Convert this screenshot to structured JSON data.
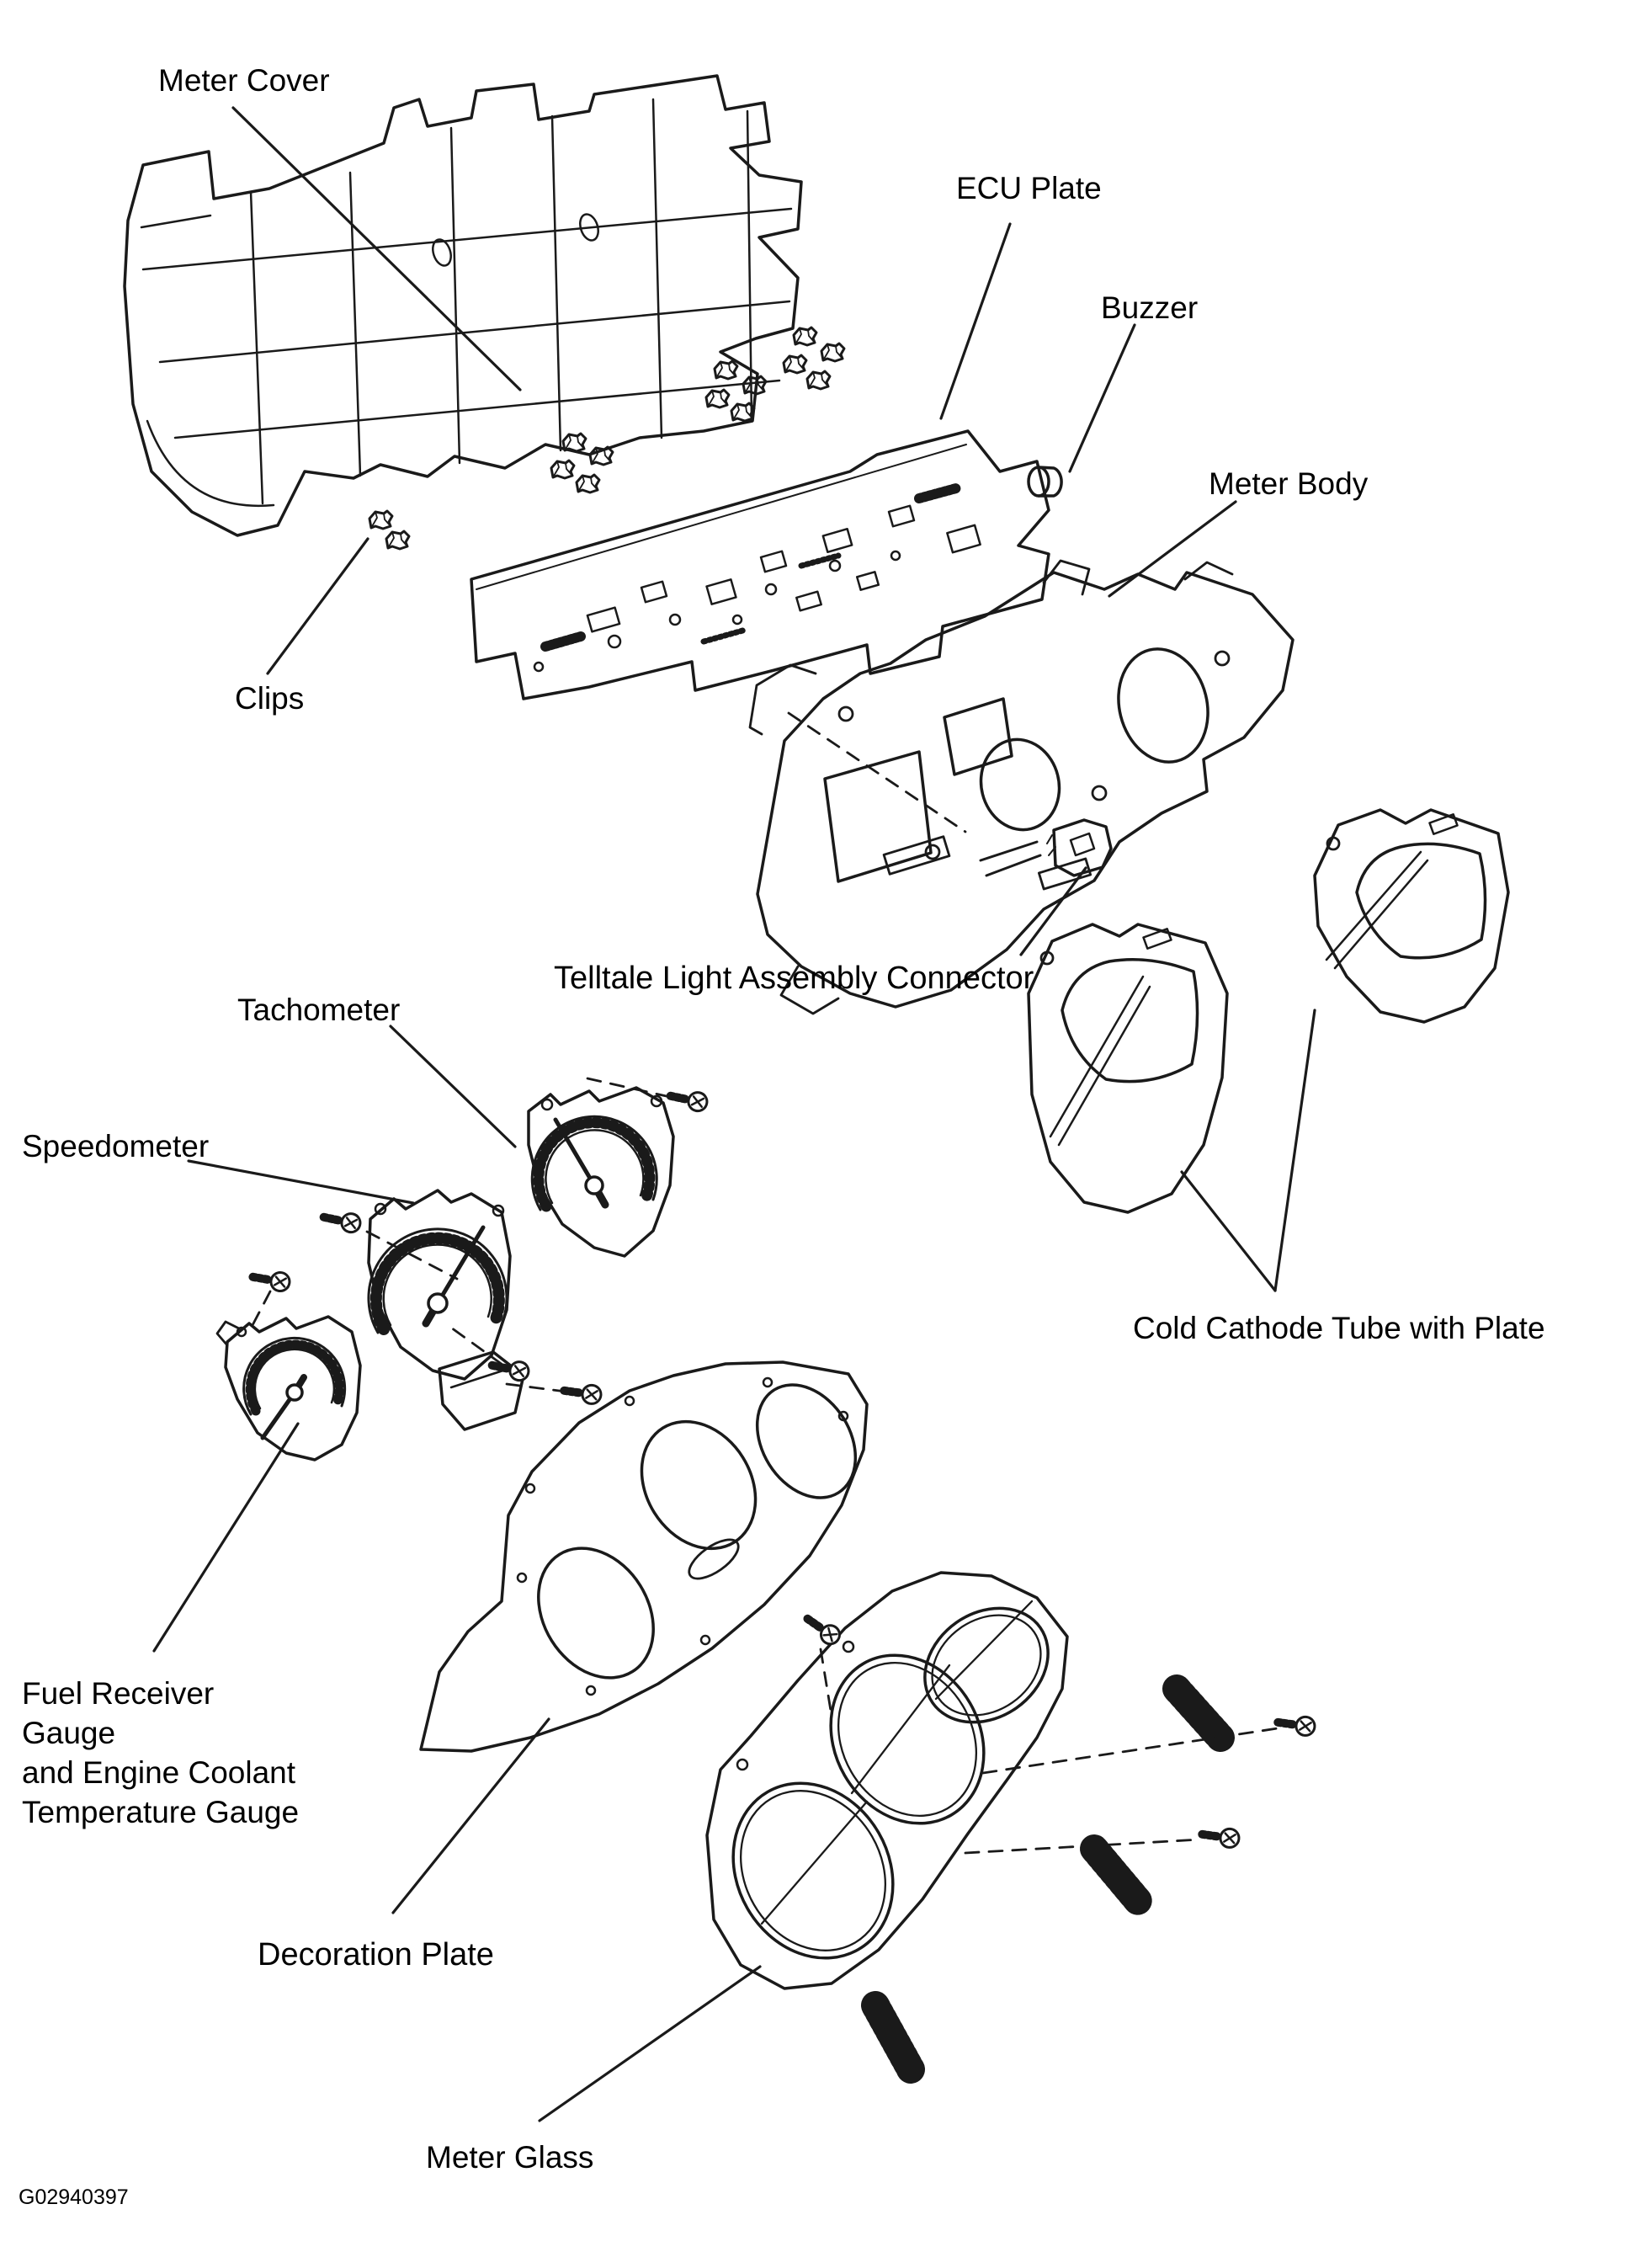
{
  "figure": {
    "type": "exploded-parts-diagram",
    "subject": "instrument cluster (meter) assembly",
    "background_color": "#ffffff",
    "line_color": "#1a1a1a",
    "code": "G02940397"
  },
  "labels": {
    "meter_cover": "Meter Cover",
    "ecu_plate": "ECU Plate",
    "buzzer": "Buzzer",
    "meter_body": "Meter Body",
    "clips": "Clips",
    "telltale": "Telltale Light Assembly Connector",
    "tachometer": "Tachometer",
    "speedometer": "Speedometer",
    "cold_cathode": "Cold Cathode Tube with Plate",
    "fuel_lines": [
      "Fuel Receiver Gauge",
      "and Engine Coolant",
      "Temperature Gauge"
    ],
    "decoration_plate": "Decoration Plate",
    "meter_glass": "Meter Glass"
  },
  "parts_count": {
    "clips": 14,
    "screws": 8,
    "gauges": 3,
    "cold_cathode_plates": 2
  }
}
